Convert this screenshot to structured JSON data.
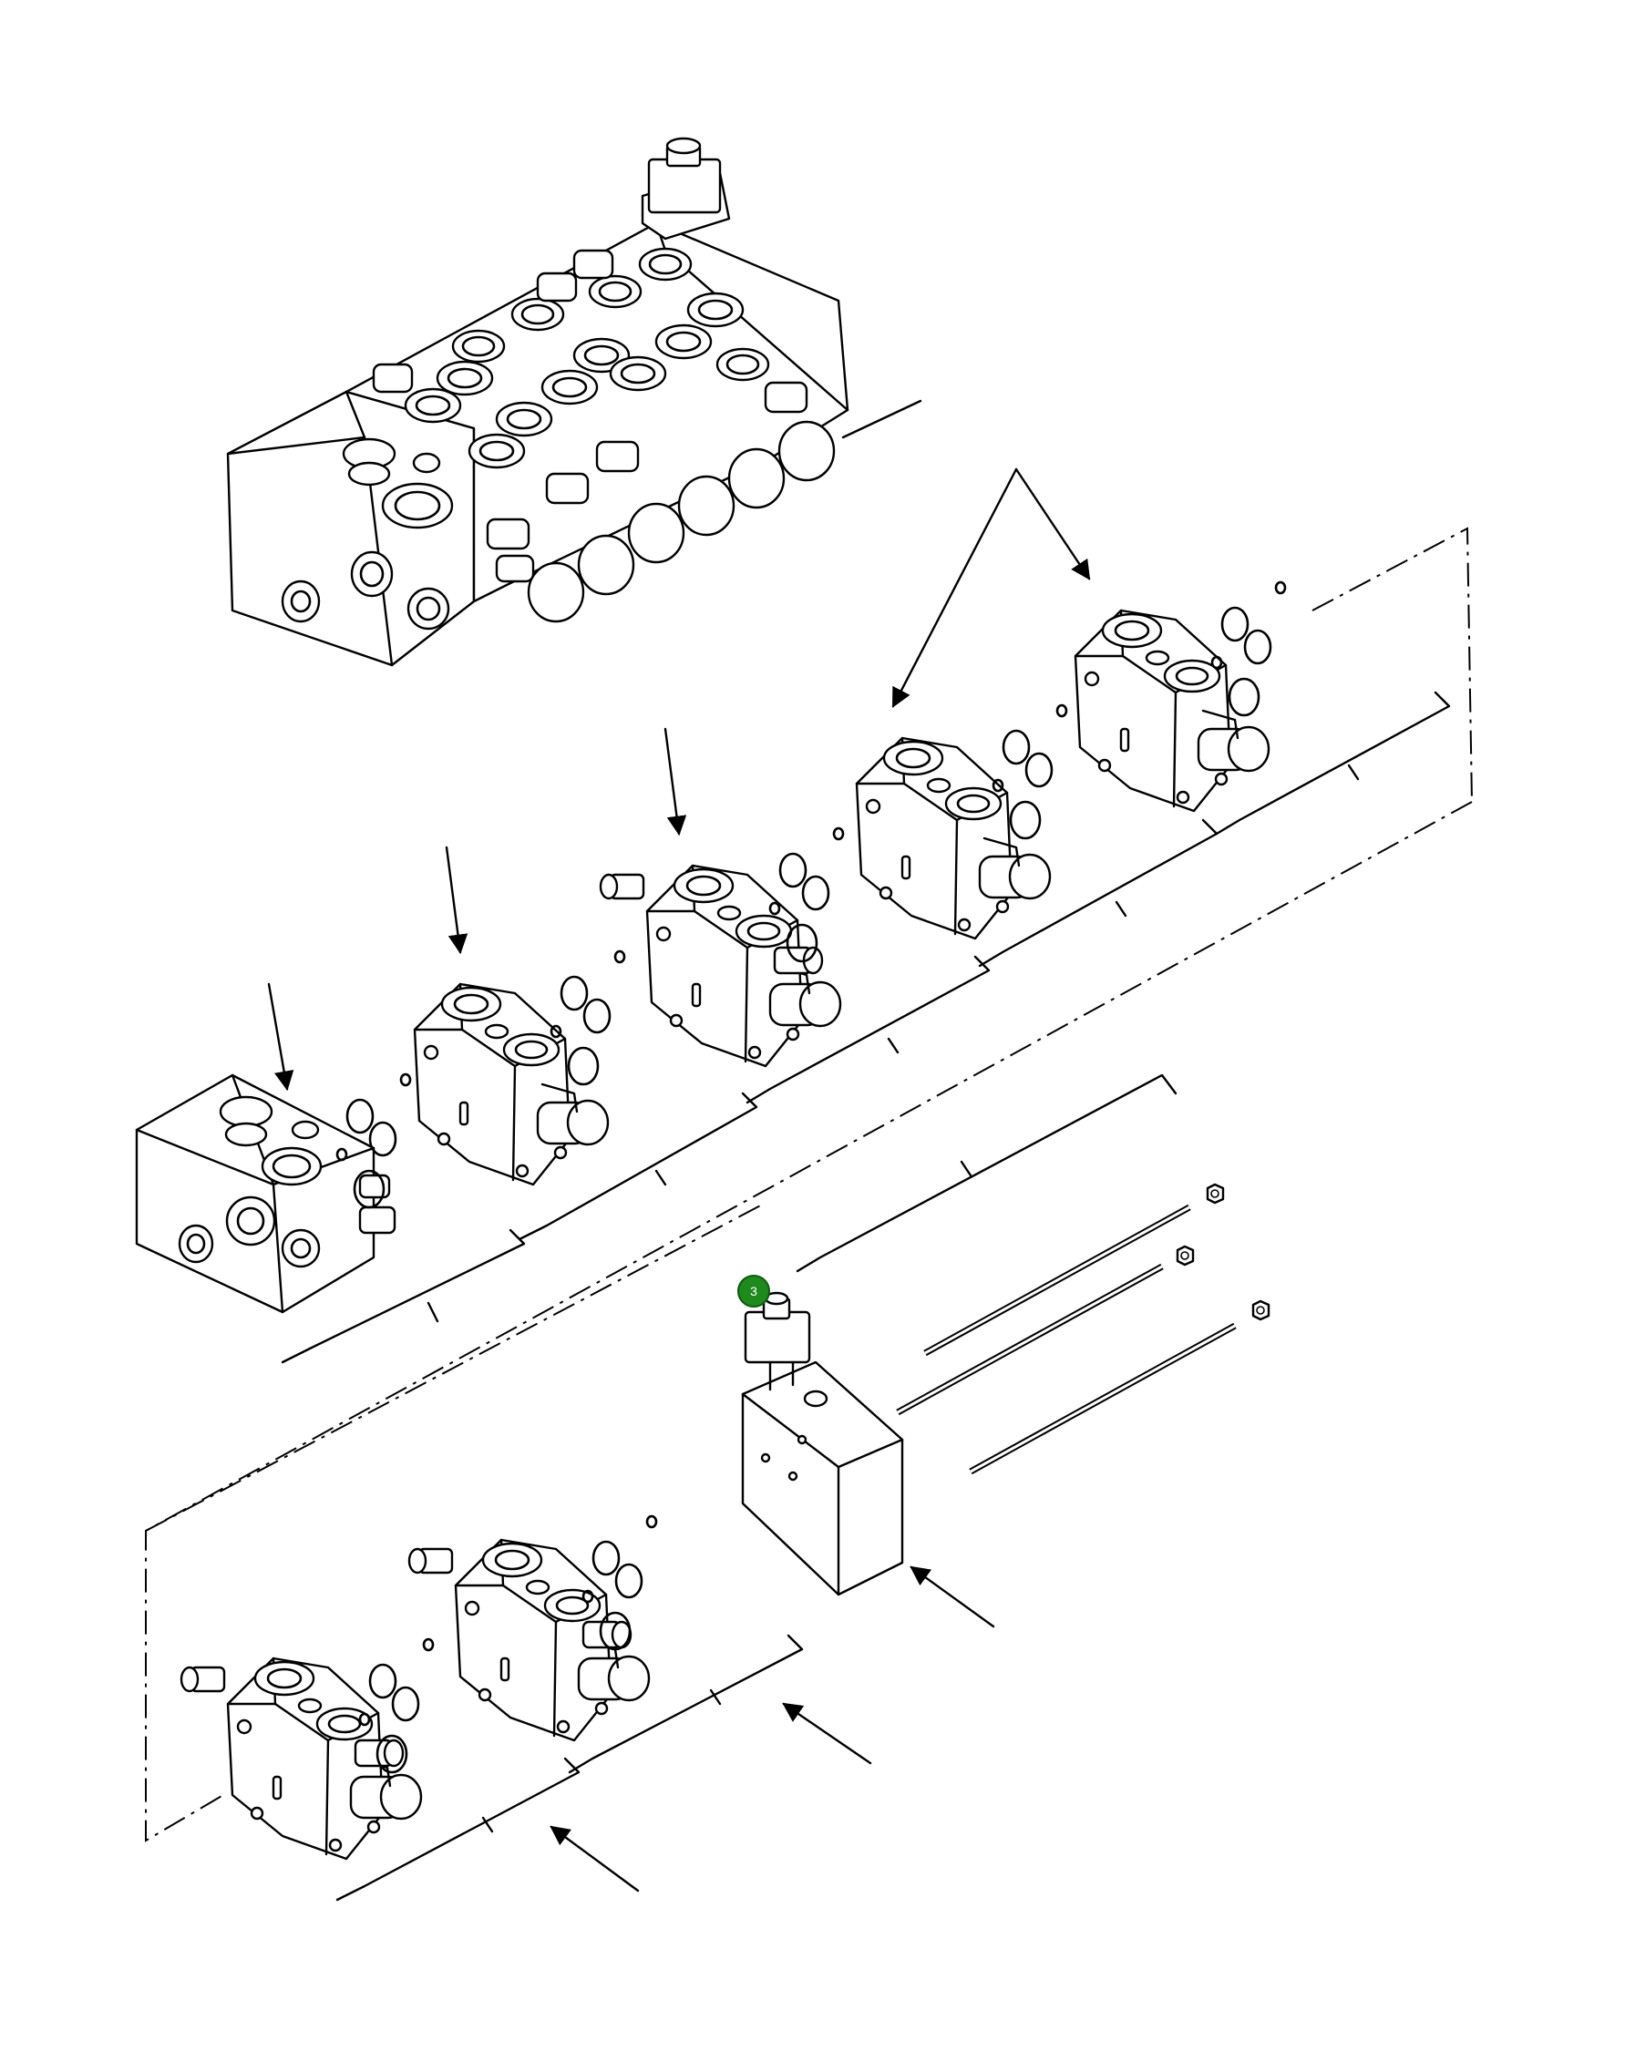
{
  "callouts": [
    {
      "id": "callout-3",
      "label": "3",
      "color": "#1e8a1e"
    }
  ],
  "icons": [
    "arrow",
    "o-ring",
    "valve-section",
    "solenoid-coil",
    "tie-rod",
    "nut"
  ]
}
